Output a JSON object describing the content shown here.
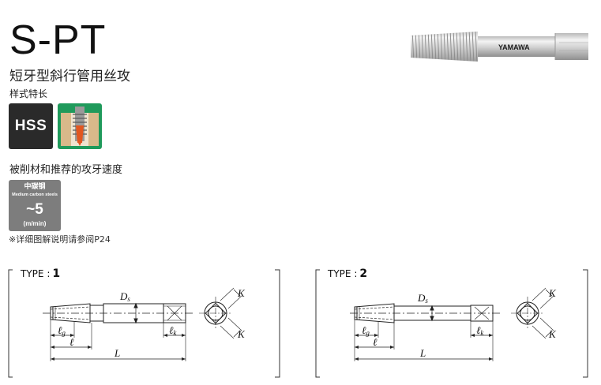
{
  "product": {
    "title": "S-PT",
    "subtitle": "短牙型斜行管用丝攻",
    "feature_label": "样式特长",
    "badge_hss": "HSS",
    "brand_marking": "YAMAWA"
  },
  "speed": {
    "heading": "被削材和推荐的攻牙速度",
    "material": "中碳钢",
    "material_en": "Medium carbon steels",
    "tilde": "~",
    "value": "5",
    "unit": "(m/min)"
  },
  "footnote": "※详细图解说明请参阅P24",
  "diagrams": {
    "type1": {
      "prefix": "TYPE",
      "colon": ":",
      "number": "1"
    },
    "type2": {
      "prefix": "TYPE",
      "colon": ":",
      "number": "2"
    },
    "labels": {
      "ds": "D",
      "ds_sub": "s",
      "lg": "ℓ",
      "lg_sub": "g",
      "l_small": "ℓ",
      "lk": "ℓ",
      "lk_sub": "k",
      "L": "L",
      "K": "K"
    }
  },
  "colors": {
    "badge_dark": "#2a2a2a",
    "speed_box": "#7d7d7d",
    "tapping_green": "#1f9a5b",
    "tapping_orange": "#e2561f"
  }
}
